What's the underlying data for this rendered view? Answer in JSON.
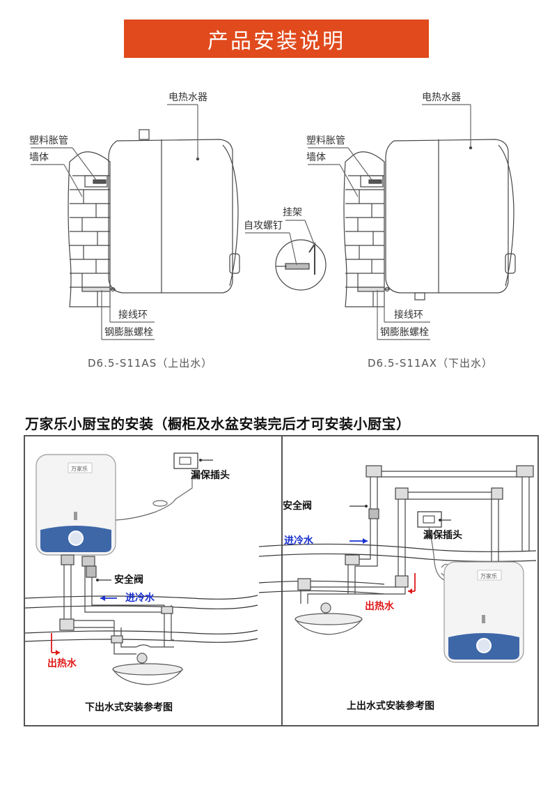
{
  "banner": {
    "title": "产品安装说明"
  },
  "left_unit": {
    "labels": {
      "heater": "电热水器",
      "plastic_tube": "塑料胀管",
      "wall": "墙体",
      "terminal": "接线环",
      "bolt": "钢膨胀螺栓"
    },
    "model": "D6.5-S11AS（上出水）"
  },
  "detail": {
    "hanger": "挂架",
    "screw": "自攻螺钉"
  },
  "right_unit": {
    "labels": {
      "heater": "电热水器",
      "plastic_tube": "塑料胀管",
      "wall": "墙体",
      "terminal": "接线环",
      "bolt": "钢膨胀螺栓"
    },
    "model": "D6.5-S11AX（下出水）"
  },
  "install": {
    "title": "万家乐小厨宝的安装（橱柜及水盆安装完后才可安装小厨宝）",
    "brand": "万家乐",
    "left_panel": {
      "leak_plug": "漏保插头",
      "safety_valve": "安全阀",
      "cold_in": "进冷水",
      "hot_out": "出热水",
      "caption": "下出水式安装参考图"
    },
    "right_panel": {
      "safety_valve": "安全阀",
      "cold_in": "进冷水",
      "leak_plug": "漏保插头",
      "hot_out": "出热水",
      "caption": "上出水式安装参考图"
    }
  },
  "colors": {
    "banner": "#e04a1c",
    "blue_label": "#1a30d0",
    "red_label": "#e01818",
    "heater_band": "#3e67a8"
  }
}
